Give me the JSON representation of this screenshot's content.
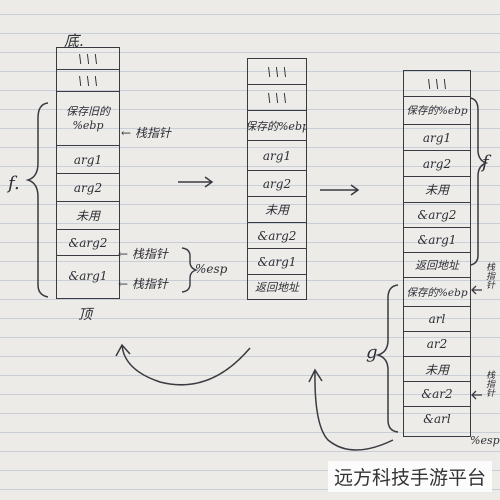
{
  "stack1": {
    "top_label": "底.",
    "bottom_label": "顶",
    "brace_label": "f.",
    "cells": [
      "\\ \\ \\",
      "\\ \\ \\",
      "保存旧的 %ebp",
      "arg1",
      "arg2",
      "未用",
      "&arg2",
      "&arg1"
    ],
    "pointer_ebp": "← 栈指针",
    "pointer_arg2": "← 栈指针",
    "pointer_arg1": "← 栈指针",
    "esp_label": "%esp"
  },
  "stack2": {
    "cells": [
      "\\ \\ \\",
      "\\ \\ \\",
      "保存的%ebp",
      "arg1",
      "arg2",
      "未用",
      "&arg2",
      "&arg1",
      "返回地址"
    ]
  },
  "stack3": {
    "cells": [
      "\\ \\ \\",
      "保存的%ebp",
      "arg1",
      "arg2",
      "未用",
      "&arg2",
      "&arg1",
      "返回地址",
      "保存的%ebp",
      "arl",
      "ar2",
      "未用",
      "&ar2",
      "&arl"
    ],
    "brace_f_label": "f",
    "brace_g_label": "g",
    "pointer_top": "栈指针",
    "pointer_bottom": "栈指针",
    "esp_label": "%esp"
  },
  "watermark": "远方科技手游平台",
  "colors": {
    "ink": "#2e2e36",
    "paper": "#ecebe7",
    "rule": "#c9cdd6"
  }
}
